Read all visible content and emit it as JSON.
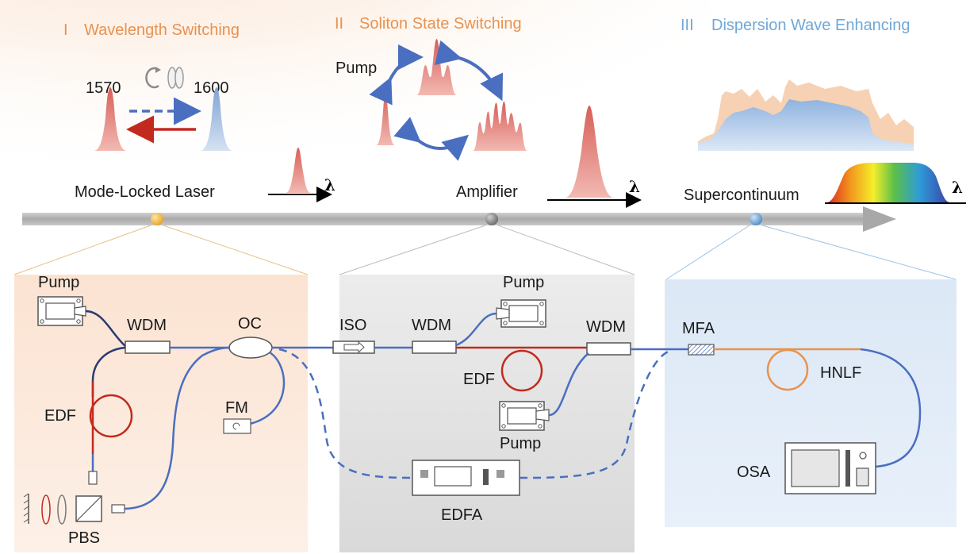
{
  "sections": {
    "wavelength": {
      "numeral": "I",
      "title": "Wavelength Switching",
      "color": "#e8924e"
    },
    "soliton": {
      "numeral": "II",
      "title": "Soliton State Switching",
      "color": "#e8924e"
    },
    "dispersion": {
      "numeral": "III",
      "title": "Dispersion Wave Enhancing",
      "color": "#6fa8d8"
    }
  },
  "wavelength_labels": {
    "left": "1570",
    "right": "1600"
  },
  "pump_top_label": "Pump",
  "lambda_symbol": "λ",
  "stages": {
    "mode_locked_laser": "Mode-Locked Laser",
    "amplifier": "Amplifier",
    "supercontinuum": "Supercontinuum"
  },
  "components": {
    "laser": {
      "pump": "Pump",
      "wdm": "WDM",
      "oc": "OC",
      "edf": "EDF",
      "fm": "FM",
      "pbs": "PBS"
    },
    "amplifier": {
      "iso": "ISO",
      "wdm1": "WDM",
      "wdm2": "WDM",
      "pump_top": "Pump",
      "pump_bottom": "Pump",
      "edf": "EDF",
      "edfa": "EDFA"
    },
    "supercontinuum": {
      "mfa": "MFA",
      "hnlf": "HNLF",
      "osa": "OSA"
    }
  },
  "colors": {
    "pulse_red": "#d9706a",
    "pulse_blue": "#8fb1d9",
    "fiber_blue": "#4a6fc0",
    "fiber_red": "#c22a1f",
    "fiber_orange": "#e8924e",
    "laser_panel": "#fbe7da",
    "amp_panel": "#e7e7e7",
    "sc_panel": "#dfeaf6"
  }
}
